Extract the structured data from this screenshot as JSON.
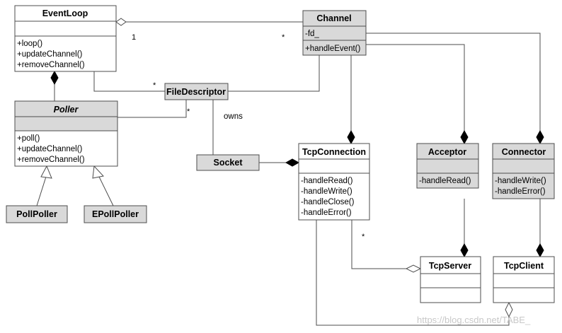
{
  "classes": {
    "eventloop": {
      "name": "EventLoop",
      "members": [
        "+loop()",
        "+updateChannel()",
        "+removeChannel()"
      ]
    },
    "channel": {
      "name": "Channel",
      "attrs": [
        "-fd_"
      ],
      "members": [
        "+handleEvent()"
      ]
    },
    "filedescriptor": {
      "name": "FileDescriptor"
    },
    "poller": {
      "name": "Poller",
      "members": [
        "+poll()",
        "+updateChannel()",
        "+removeChannel()"
      ]
    },
    "pollpoller": {
      "name": "PollPoller"
    },
    "epollpoller": {
      "name": "EPollPoller"
    },
    "socket": {
      "name": "Socket"
    },
    "tcpconnection": {
      "name": "TcpConnection",
      "members": [
        "-handleRead()",
        "-handleWrite()",
        "-handleClose()",
        "-handleError()"
      ]
    },
    "acceptor": {
      "name": "Acceptor",
      "members": [
        "-handleRead()"
      ]
    },
    "connector": {
      "name": "Connector",
      "members": [
        "-handleWrite()",
        "-handleError()"
      ]
    },
    "tcpserver": {
      "name": "TcpServer"
    },
    "tcpclient": {
      "name": "TcpClient"
    }
  },
  "labels": {
    "mult_eventloop_channel_1": "1",
    "mult_eventloop_channel_many": "*",
    "mult_fd_eventloop": "*",
    "mult_fd_poller": "*",
    "owns": "owns",
    "mult_tcpserver_conn": "*"
  },
  "watermark": "https://blog.csdn.net/TABE_"
}
